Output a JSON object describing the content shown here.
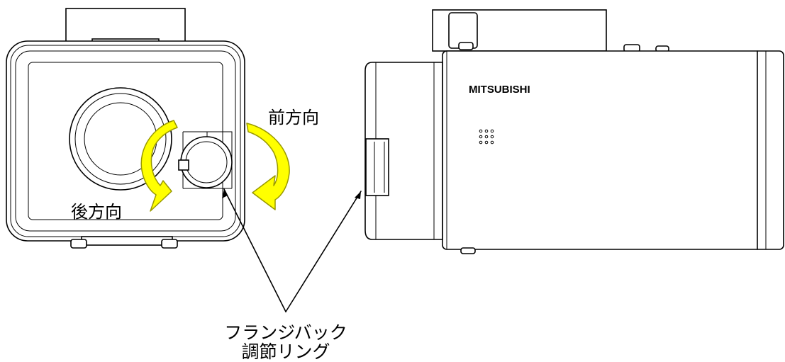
{
  "labels": {
    "forward_direction": "前方向",
    "backward_direction": "後方向",
    "callout_line1": "フランジバック",
    "callout_line2": "調節リング"
  },
  "brand": "MITSUBISHI",
  "colors": {
    "arrow_fill": "#FFFF00",
    "arrow_stroke": "#999900",
    "line": "#000000",
    "background": "#FFFFFF"
  }
}
